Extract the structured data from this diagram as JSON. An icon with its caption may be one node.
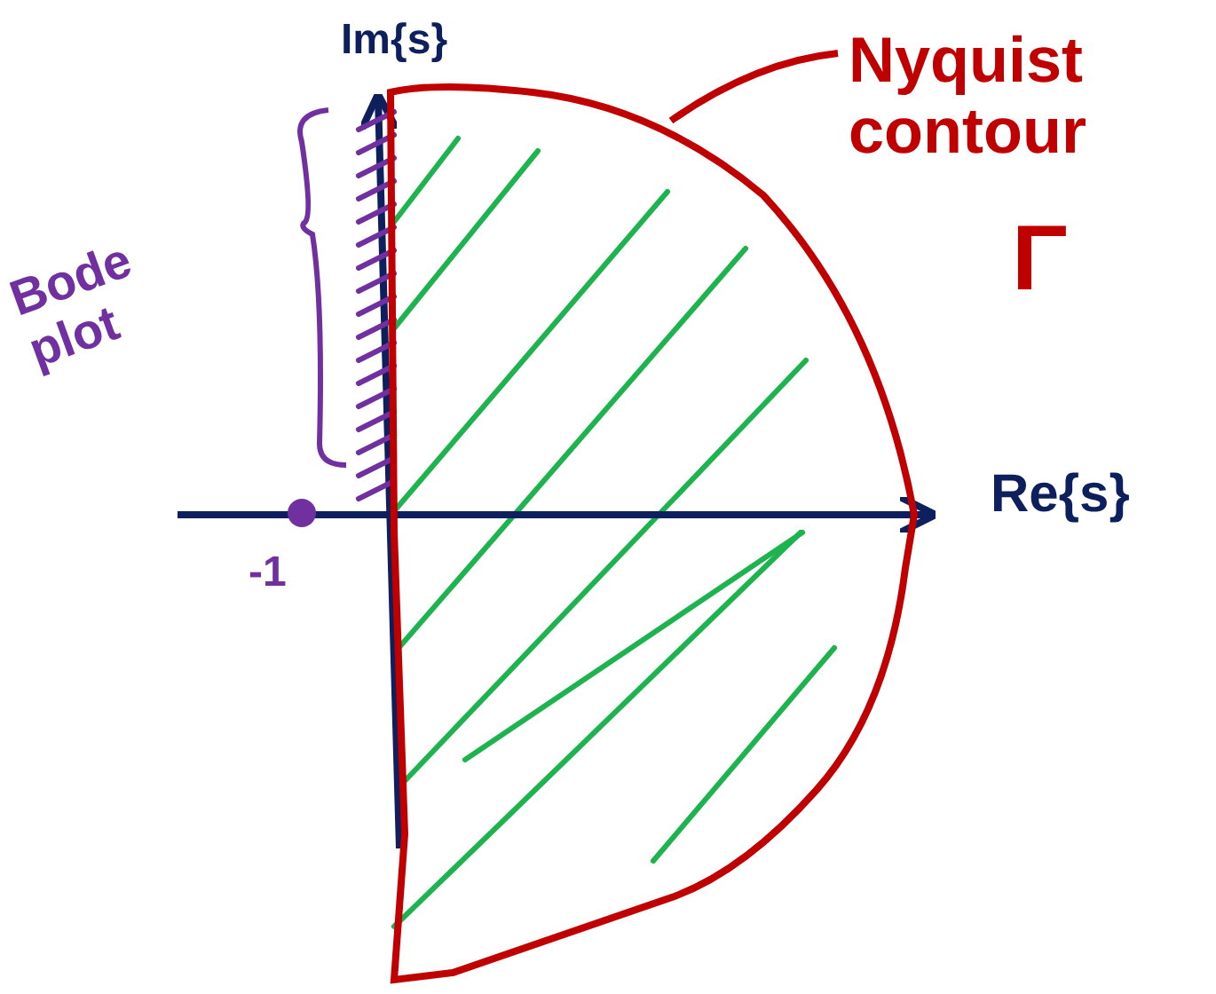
{
  "diagram": {
    "nodes": [
      {
        "text": [
          "Nyquist contour"
        ]
      },
      {
        "text": [],
        "shape": "curve"
      }
    ],
    "edges": [
      {
        "from": 0,
        "to": 1,
        "arrow": "none"
      }
    ],
    "labels": [
      "Im{s}",
      "Γ",
      "Bode plot",
      "Re{s}",
      "-1"
    ]
  }
}
